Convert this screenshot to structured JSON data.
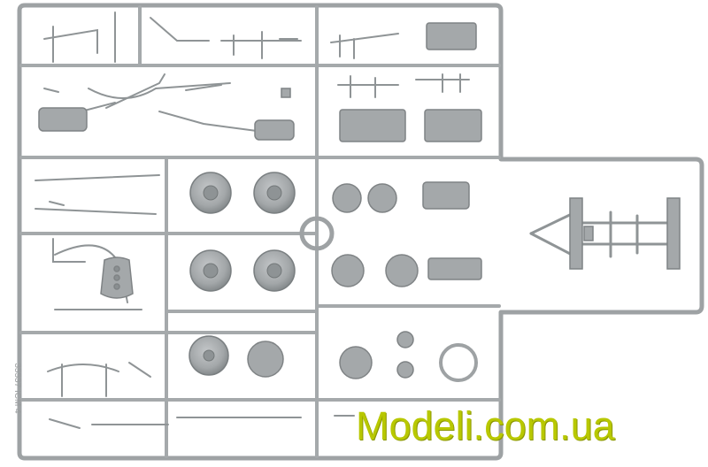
{
  "photo": {
    "subject": "model-kit-sprue",
    "sprue_color": "#a9adaf",
    "sprue_edge_color": "#7f8385",
    "background_color": "#ffffff"
  },
  "watermark": {
    "text": "Modeli.com.ua",
    "color": "#b8c800"
  },
  "sprue_code": {
    "text": "35537 ICM 4"
  }
}
